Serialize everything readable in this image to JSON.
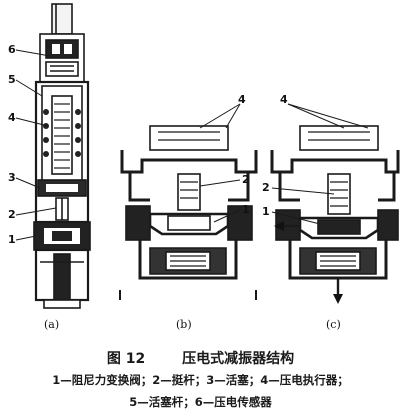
{
  "figure": {
    "callouts": {
      "a": [
        "6",
        "5",
        "4",
        "3",
        "2",
        "1"
      ],
      "b": [
        "4",
        "2",
        "1"
      ],
      "c": [
        "4",
        "2",
        "1"
      ]
    },
    "sublabels": {
      "a": "(a)",
      "b": "(b)",
      "c": "(c)"
    }
  },
  "caption": {
    "figure_number": "图 12",
    "title": "压电式减振器结构",
    "legend_line1": "1—阻尼力变换阀；2—挺杆；3—活塞；4—压电执行器；",
    "legend_line2": "5—活塞杆；6—压电传感器"
  }
}
